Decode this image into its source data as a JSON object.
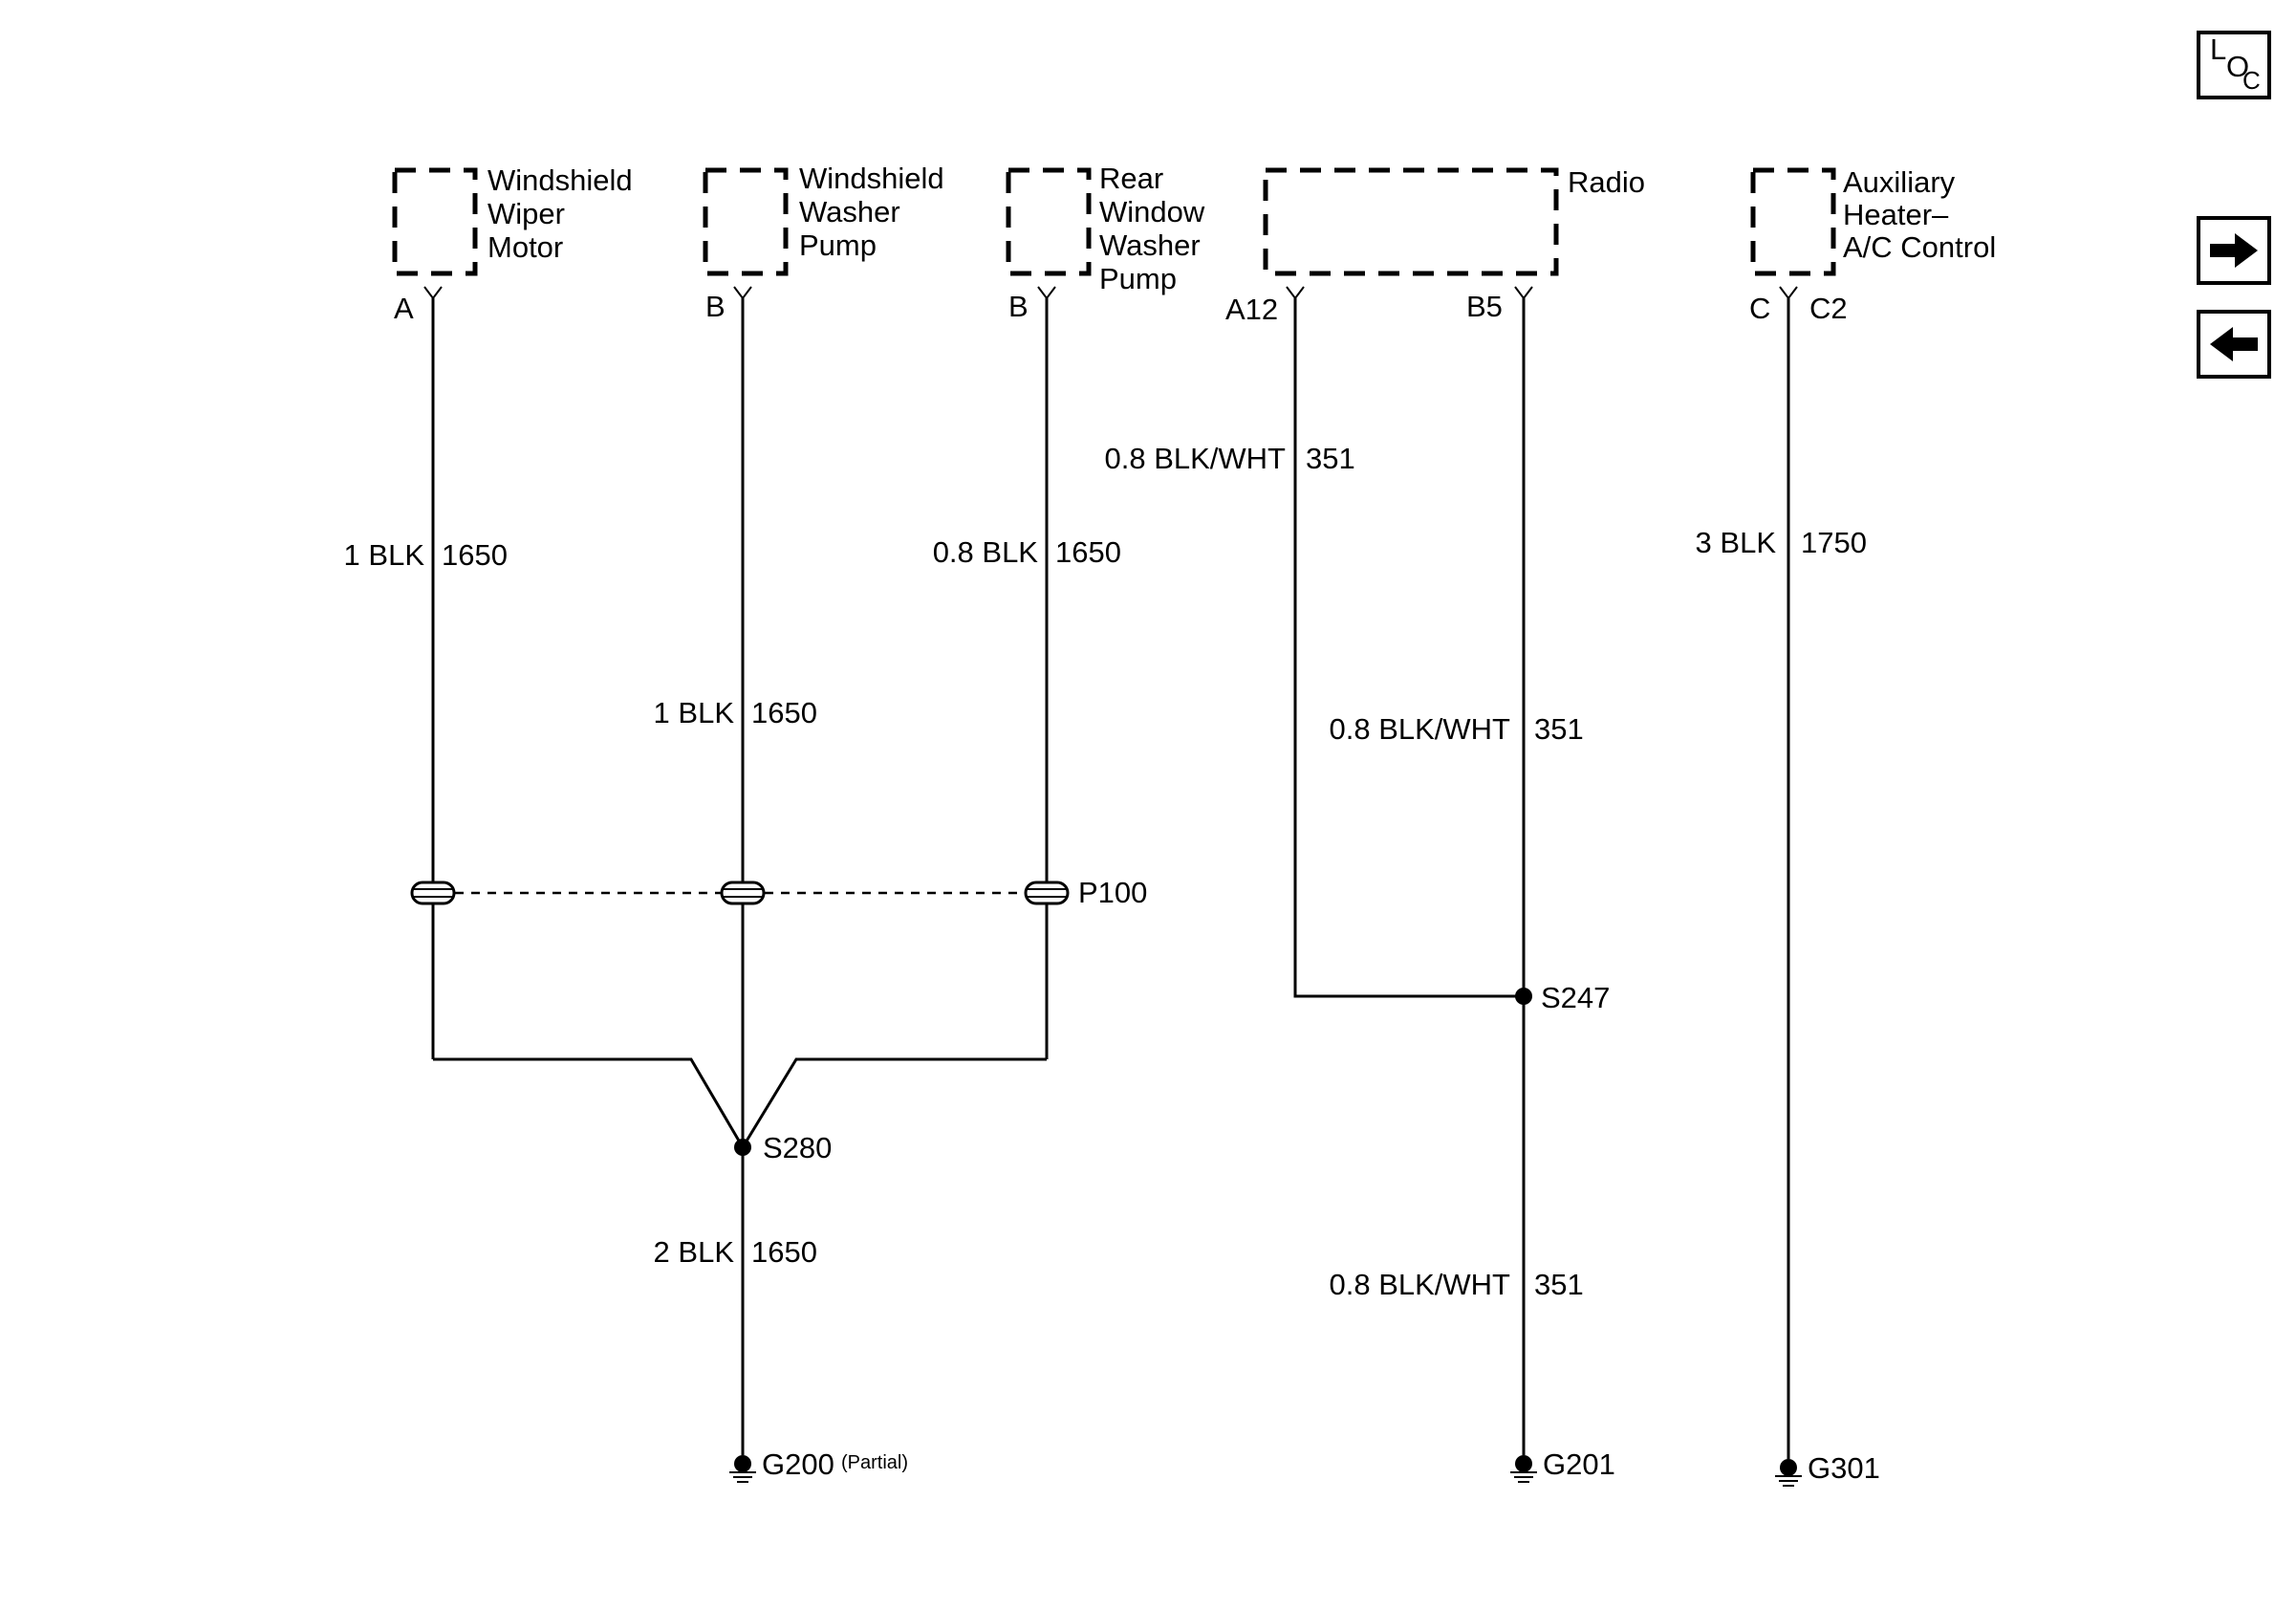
{
  "components": {
    "wiper_motor": {
      "lines": [
        "Windshield",
        "Wiper",
        "Motor"
      ],
      "pin": "A"
    },
    "washer_pump": {
      "lines": [
        "Windshield",
        "Washer",
        "Pump"
      ],
      "pin": "B"
    },
    "rear_washer_pump": {
      "lines": [
        "Rear",
        "Window",
        "Washer",
        "Pump"
      ],
      "pin": "B"
    },
    "radio": {
      "lines": [
        "Radio"
      ],
      "pins": [
        "A12",
        "B5"
      ]
    },
    "aux_heater": {
      "lines": [
        "Auxiliary",
        "Heater–",
        "A/C Control"
      ],
      "pin_left": "C",
      "pin_right": "C2"
    }
  },
  "wires": {
    "wiper": {
      "left": "1 BLK",
      "right": "1650"
    },
    "washer": {
      "left": "1 BLK",
      "right": "1650"
    },
    "rear_washer": {
      "left": "0.8 BLK",
      "right": "1650"
    },
    "radio_a12": {
      "left": "0.8 BLK/WHT",
      "right": "351"
    },
    "radio_b5": {
      "left": "0.8 BLK/WHT",
      "right": "351"
    },
    "aux": {
      "left": "3 BLK",
      "right": "1750"
    },
    "ground_s280": {
      "left": "2 BLK",
      "right": "1650"
    },
    "ground_s247": {
      "left": "0.8 BLK/WHT",
      "right": "351"
    }
  },
  "connectors": {
    "p100": "P100"
  },
  "splices": {
    "s280": "S280",
    "s247": "S247"
  },
  "grounds": {
    "g200": {
      "label": "G200",
      "note": "(Partial)"
    },
    "g201": {
      "label": "G201"
    },
    "g301": {
      "label": "G301"
    }
  },
  "nav": {
    "loc": {
      "l": "L",
      "o": "O",
      "c": "C"
    },
    "next_icon": "arrow-right-icon",
    "prev_icon": "arrow-left-icon"
  }
}
